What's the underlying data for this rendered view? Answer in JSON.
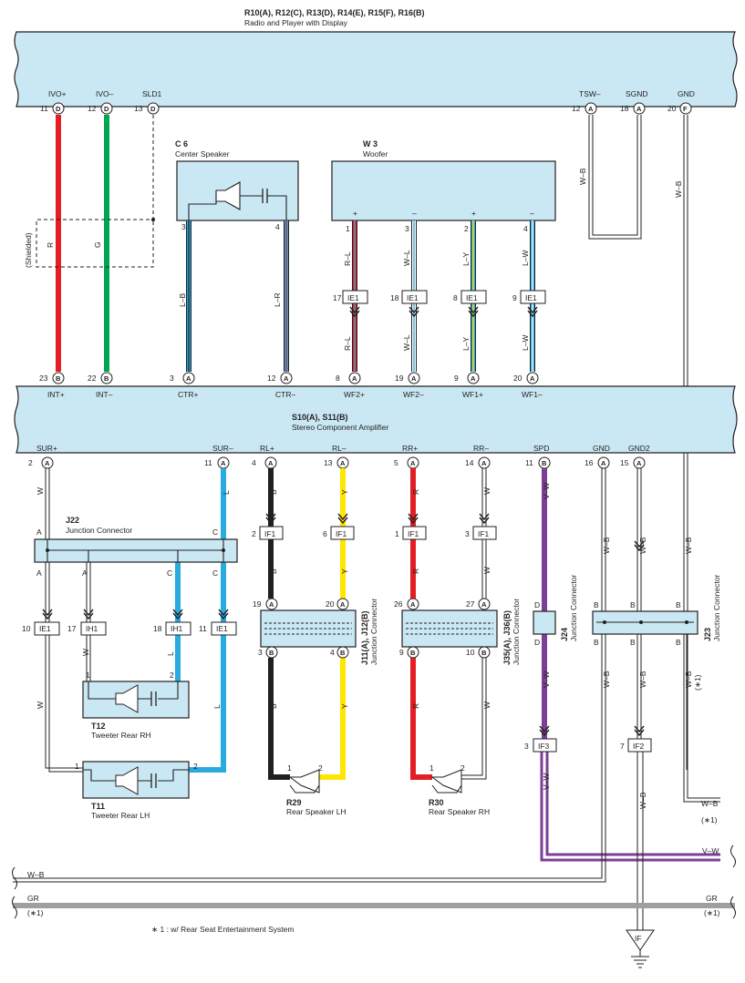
{
  "radio": {
    "id": "R10(A), R12(C), R13(D), R14(E), R15(F), R16(B)",
    "name": "Radio and Player with Display",
    "pins": [
      {
        "label": "IVO+",
        "num": "11",
        "conn": "D"
      },
      {
        "label": "IVO–",
        "num": "12",
        "conn": "D"
      },
      {
        "label": "SLD1",
        "num": "13",
        "conn": "D"
      },
      {
        "label": "TSW–",
        "num": "12",
        "conn": "A"
      },
      {
        "label": "SGND",
        "num": "18",
        "conn": "A"
      },
      {
        "label": "GND",
        "num": "20",
        "conn": "F"
      }
    ]
  },
  "center_speaker": {
    "id": "C 6",
    "name": "Center Speaker",
    "pin_left": "3",
    "pin_right": "4"
  },
  "woofer": {
    "id": "W 3",
    "name": "Woofer",
    "pins": [
      {
        "num": "1",
        "pol": "+"
      },
      {
        "num": "3",
        "pol": "–"
      },
      {
        "num": "2",
        "pol": "+"
      },
      {
        "num": "4",
        "pol": "–"
      }
    ]
  },
  "amplifier": {
    "id": "S10(A), S11(B)",
    "name": "Stereo Component Amplifier",
    "top_pins": [
      {
        "label": "INT+",
        "num": "23",
        "conn": "B"
      },
      {
        "label": "INT–",
        "num": "22",
        "conn": "B"
      },
      {
        "label": "CTR+",
        "num": "3",
        "conn": "A"
      },
      {
        "label": "CTR–",
        "num": "12",
        "conn": "A"
      },
      {
        "label": "WF2+",
        "num": "8",
        "conn": "A"
      },
      {
        "label": "WF2–",
        "num": "19",
        "conn": "A"
      },
      {
        "label": "WF1+",
        "num": "9",
        "conn": "A"
      },
      {
        "label": "WF1–",
        "num": "20",
        "conn": "A"
      }
    ],
    "bottom_pins": [
      {
        "label": "SUR+",
        "num": "2",
        "conn": "A"
      },
      {
        "label": "SUR–",
        "num": "11",
        "conn": "A"
      },
      {
        "label": "RL+",
        "num": "4",
        "conn": "A"
      },
      {
        "label": "RL–",
        "num": "13",
        "conn": "A"
      },
      {
        "label": "RR+",
        "num": "5",
        "conn": "A"
      },
      {
        "label": "RR–",
        "num": "14",
        "conn": "A"
      },
      {
        "label": "SPD",
        "num": "11",
        "conn": "B"
      },
      {
        "label": "GND",
        "num": "16",
        "conn": "A"
      },
      {
        "label": "GND2",
        "num": "15",
        "conn": "A"
      }
    ]
  },
  "wire_colors": {
    "R": "R",
    "G": "G",
    "LB": "L–B",
    "LR": "L–R",
    "RL": "R–L",
    "WL": "W–L",
    "LY": "L–Y",
    "LW": "L–W",
    "WB": "W–B",
    "W": "W",
    "L": "L",
    "B": "B",
    "Y": "Y",
    "VW": "V–W",
    "GR": "GR"
  },
  "shielded": "(Shielded)",
  "inline": {
    "IE1": "IE1",
    "IF1": "IF1",
    "IH1": "IH1",
    "IF2": "IF2",
    "IF3": "IF3",
    "IF": "IF",
    "woofer_pins": [
      "17",
      "18",
      "8",
      "9"
    ],
    "rear_if1_pins": [
      "2",
      "6",
      "1",
      "3"
    ],
    "sur_pins": [
      "10",
      "17",
      "18",
      "11"
    ],
    "if3_pin": "3",
    "if2_pin": "7"
  },
  "j22": {
    "id": "J22",
    "name": "Junction Connector",
    "a": "A",
    "c": "C"
  },
  "j11": {
    "id": "J11(A), J12(B)",
    "name": "Junction Connector",
    "top": [
      "19",
      "20"
    ],
    "bot": [
      "3",
      "4"
    ],
    "ta": "A",
    "tb": "A",
    "ba": "B",
    "bb": "B"
  },
  "j35": {
    "id": "J35(A), J36(B)",
    "name": "Junction Connector",
    "top": [
      "26",
      "27"
    ],
    "bot": [
      "9",
      "10"
    ],
    "ta": "A",
    "tb": "A",
    "ba": "B",
    "bb": "B"
  },
  "j24": {
    "id": "J24",
    "name": "Junction Connector",
    "d": "D"
  },
  "j23": {
    "id": "J23",
    "name": "Junction Connector",
    "b": "B"
  },
  "t12": {
    "id": "T12",
    "name": "Tweeter Rear RH",
    "p1": "1",
    "p2": "2"
  },
  "t11": {
    "id": "T11",
    "name": "Tweeter Rear LH",
    "p1": "1",
    "p2": "2"
  },
  "r29": {
    "id": "R29",
    "name": "Rear Speaker LH",
    "p1": "1",
    "p2": "2"
  },
  "r30": {
    "id": "R30",
    "name": "Rear Speaker RH",
    "p1": "1",
    "p2": "2"
  },
  "note_mark": "(∗1)",
  "footnote": "∗ 1 : w/ Rear Seat Entertainment System",
  "colors": {
    "box_fill": "#c9e8f3",
    "red": "#e31e24",
    "green": "#00a651",
    "blue": "#29abe2",
    "yellow": "#ffe600",
    "black": "#231f20",
    "purple": "#7b3f98",
    "gray": "#9d9fa2"
  }
}
